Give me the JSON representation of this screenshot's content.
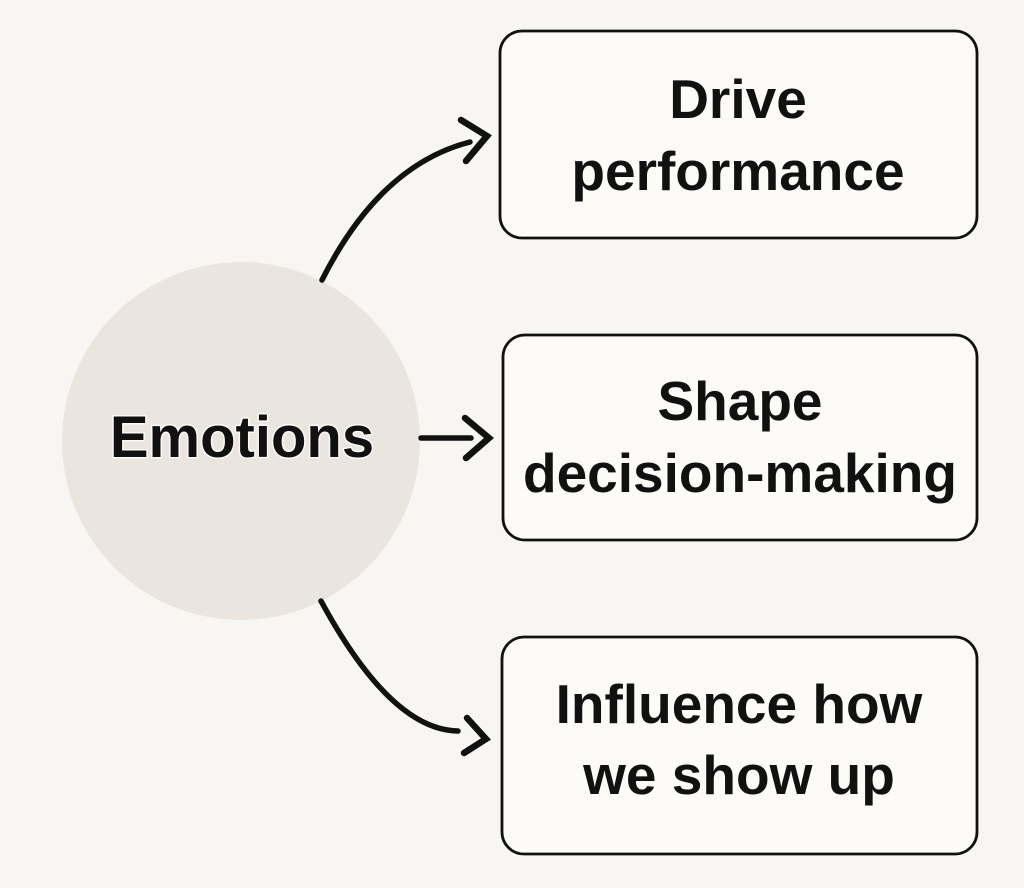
{
  "diagram": {
    "center_node": {
      "label": "Emotions"
    },
    "branches": [
      {
        "label": "Drive performance",
        "lines": [
          "Drive",
          "performance"
        ]
      },
      {
        "label": "Shape decision-making",
        "lines": [
          "Shape",
          "decision-making"
        ]
      },
      {
        "label": "Influence how we show up",
        "lines": [
          "Influence how",
          "we show up"
        ]
      }
    ],
    "colors": {
      "background": "#F8F6F2",
      "circle_fill": "#EAE6DF",
      "box_fill": "#FCFBF8",
      "line": "#111111",
      "text": "#111111"
    }
  }
}
